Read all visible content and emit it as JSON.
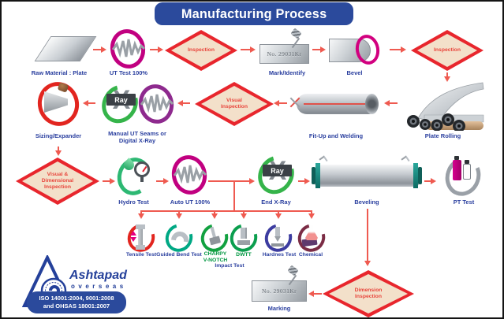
{
  "title": "Manufacturing Process",
  "colors": {
    "title_bar": "#2b4a9c",
    "label_blue": "#2a3f9f",
    "arrow_red": "#ef5a50",
    "diamond_border": "#e8262d",
    "diamond_fill": "#f3e0ca",
    "green_label": "#009640",
    "brand_blue": "#24409a"
  },
  "steps": {
    "raw_material": {
      "label": "Raw Material : Plate"
    },
    "ut_test": {
      "label": "UT Test 100%"
    },
    "inspection_1": {
      "label": "Inspection"
    },
    "mark_identify": {
      "label": "Mark/Identify",
      "plate_text": "No. 29031Kr"
    },
    "bevel": {
      "label": "Bevel"
    },
    "inspection_2": {
      "label": "Inspection"
    },
    "plate_rolling": {
      "label": "Plate Rolling"
    },
    "fit_up_welding": {
      "label": "Fit-Up and Welding"
    },
    "visual_inspection": {
      "line1": "Visual",
      "line2": "Inspection"
    },
    "manual_ut": {
      "line1": "Manual UT Seams or",
      "line2": "Digital X-Ray",
      "x_glyph": "X",
      "ray_label": "Ray"
    },
    "sizing_expander": {
      "label": "Sizing/Expander"
    },
    "visual_dimensional_inspection": {
      "line1": "Visual &",
      "line2": "Dimensional",
      "line3": "Inspection"
    },
    "hydro_test": {
      "label": "Hydro Test"
    },
    "auto_ut": {
      "label": "Auto UT 100%"
    },
    "end_xray": {
      "label": "End X-Ray",
      "x_glyph": "X",
      "ray_label": "Ray"
    },
    "beveling": {
      "label": "Beveling"
    },
    "pt_test": {
      "label": "PT Test"
    },
    "tensile_test": {
      "label": "Tensile Test"
    },
    "guided_bend_test": {
      "label": "Guided Bend Test"
    },
    "charpy": {
      "line1": "CHARPY",
      "line2": "V-NOTCH"
    },
    "dwtt": {
      "label": "DWTT"
    },
    "impact_test": {
      "label": "Impact Test"
    },
    "hardness_test": {
      "label": "Hardnes Test"
    },
    "chemical": {
      "label": "Chemical"
    },
    "marking": {
      "label": "Marking",
      "plate_text": "No. 29031Kr"
    },
    "dimension_inspection": {
      "line1": "Dimension",
      "line2": "Inspection"
    }
  },
  "logo": {
    "brand": "Ashtapad",
    "subtitle": "overseas",
    "iso_line1": "ISO 14001:2004, 9001:2008",
    "iso_line2": "and OHSAS 18001:2007"
  }
}
